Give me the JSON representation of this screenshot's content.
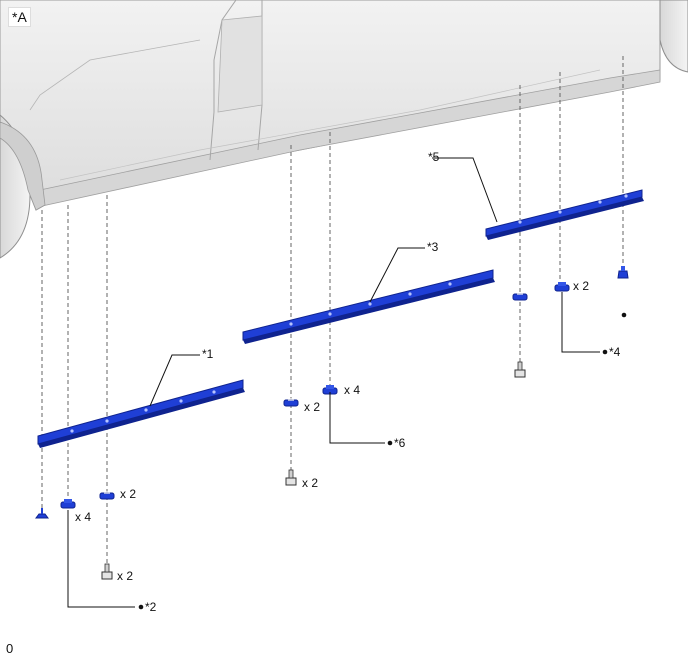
{
  "figure": {
    "corner_label": "*A",
    "footer_code": "0"
  },
  "parts": [
    {
      "id": "p1",
      "label": "*1"
    },
    {
      "id": "p3",
      "label": "*3"
    },
    {
      "id": "p5",
      "label": "*5"
    }
  ],
  "callouts": [
    {
      "id": "c2",
      "label": "*2"
    },
    {
      "id": "c4",
      "label": "*4"
    },
    {
      "id": "c6",
      "label": "*6"
    }
  ],
  "quantities": {
    "front_clip_large": "x 4",
    "front_clip_small": "x 2",
    "front_screw": "x 2",
    "mid_clip_small": "x 2",
    "mid_clip_large": "x 4",
    "mid_screw": "x 2",
    "rear_clip": "x 2"
  },
  "colors": {
    "moulding_blue": "#1f3fd6",
    "moulding_dark": "#0f238f",
    "body_gray": "#e6e6e6",
    "body_line": "#9a9a9a",
    "leader": "#111111"
  }
}
